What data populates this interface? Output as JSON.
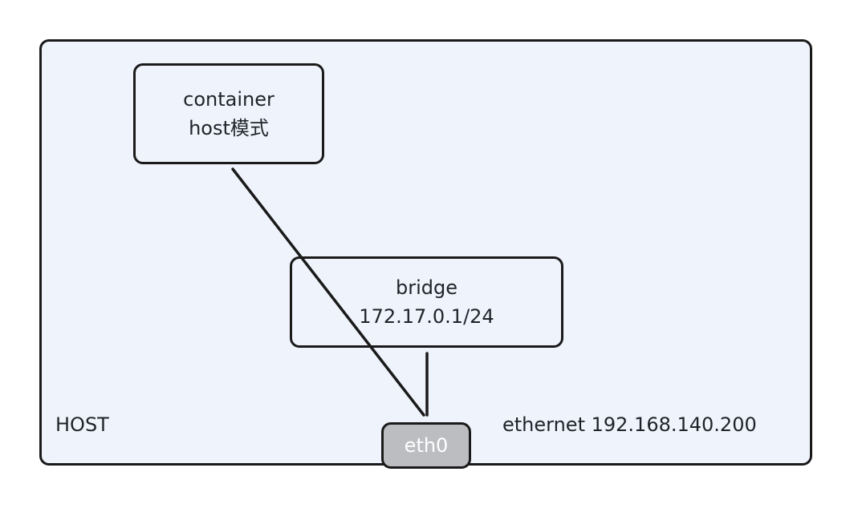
{
  "diagram": {
    "host": {
      "label": "HOST"
    },
    "container": {
      "line1": "container",
      "line2": "host模式"
    },
    "bridge": {
      "line1": "bridge",
      "line2": "172.17.0.1/24"
    },
    "eth0": {
      "label": "eth0"
    },
    "ethernet": {
      "label": "ethernet 192.168.140.200"
    },
    "colors": {
      "host_bg": "#eef3fc",
      "eth0_bg": "#bbbdc1",
      "stroke": "#1a1a1a"
    },
    "edges": [
      {
        "from": "container",
        "to": "eth0"
      },
      {
        "from": "bridge",
        "to": "eth0"
      }
    ]
  }
}
